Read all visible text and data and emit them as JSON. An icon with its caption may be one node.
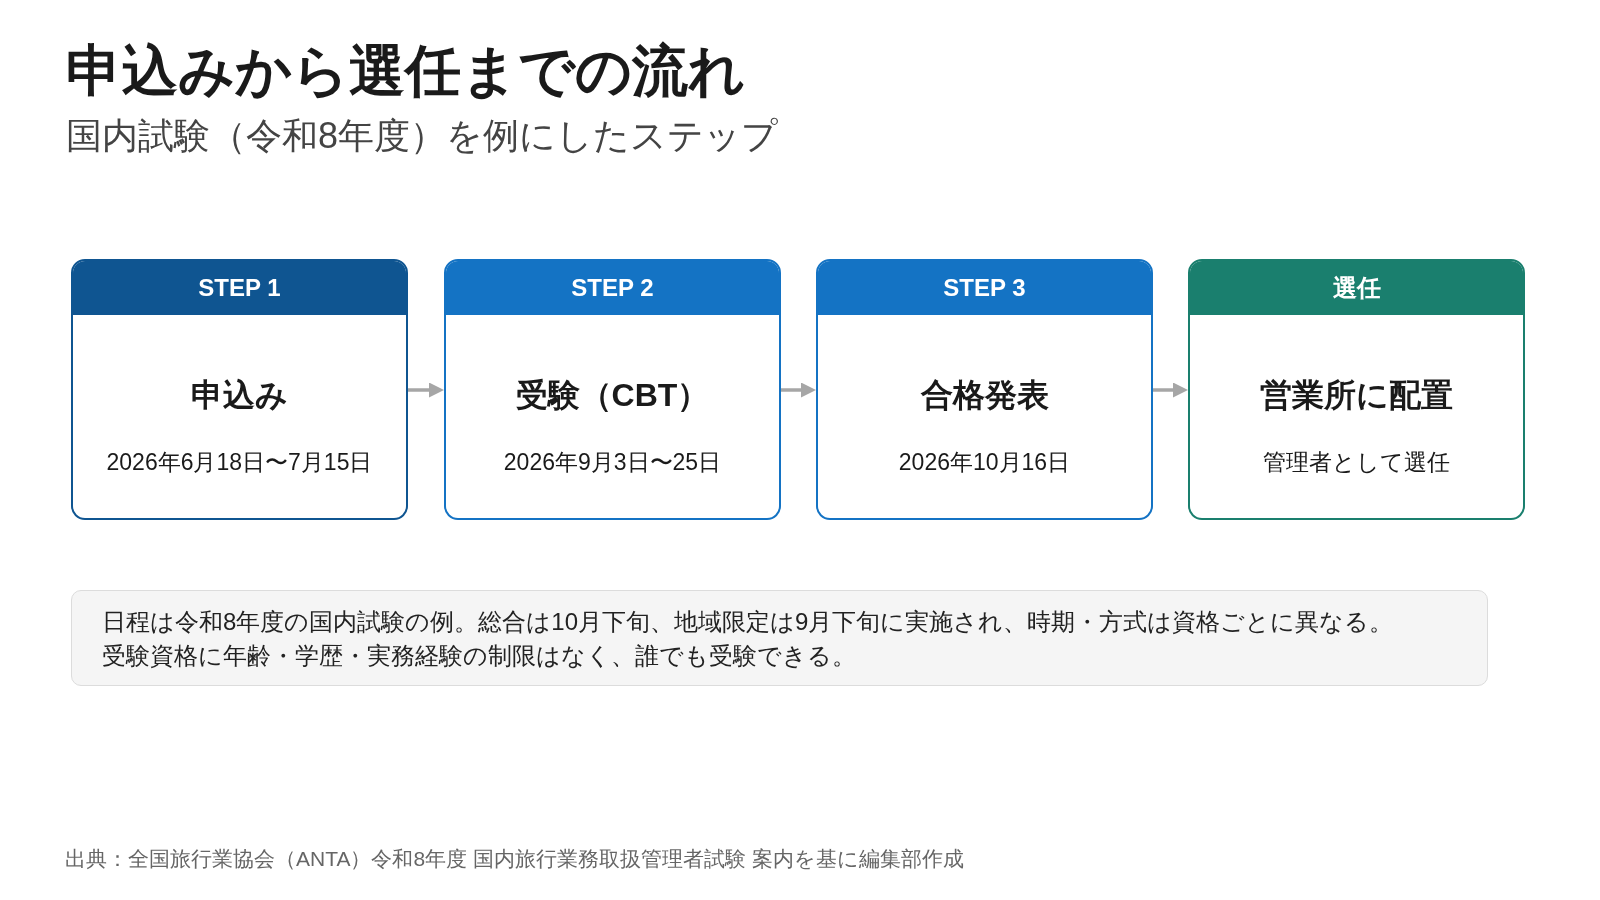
{
  "diagram": {
    "title": "申込みから選任までの流れ",
    "caption": "出典：全国旅行業協会（ANTA）令和8年度 国内旅行業務取扱管理者試験 案内を基に編集部作成",
    "nodes": [
      {
        "text": [
          "STEP 1",
          "申込み",
          "2026年6月18日〜7月15日"
        ]
      },
      {
        "text": [
          "STEP 2",
          "受験（CBT）",
          "2026年9月3日〜25日"
        ]
      },
      {
        "text": [
          "STEP 3",
          "合格発表",
          "2026年10月16日"
        ]
      },
      {
        "text": [
          "選任",
          "営業所に配置",
          "管理者として選任"
        ]
      },
      {
        "text": [
          "日程は令和8年度の国内試験の例。総合は10月下旬、地域限定は9月下旬に実施され、時期・方式は資格ごとに異なる。",
          "受験資格に年齢・学歴・実務経験の制限はなく、誰でも受験できる。"
        ]
      }
    ],
    "edges": [
      {
        "from": 0,
        "to": 1,
        "arrow": "to"
      },
      {
        "from": 1,
        "to": 2,
        "arrow": "to"
      },
      {
        "from": 2,
        "to": 3,
        "arrow": "to"
      }
    ],
    "labels": [
      "国内試験（令和8年度）を例にしたステップ"
    ]
  }
}
